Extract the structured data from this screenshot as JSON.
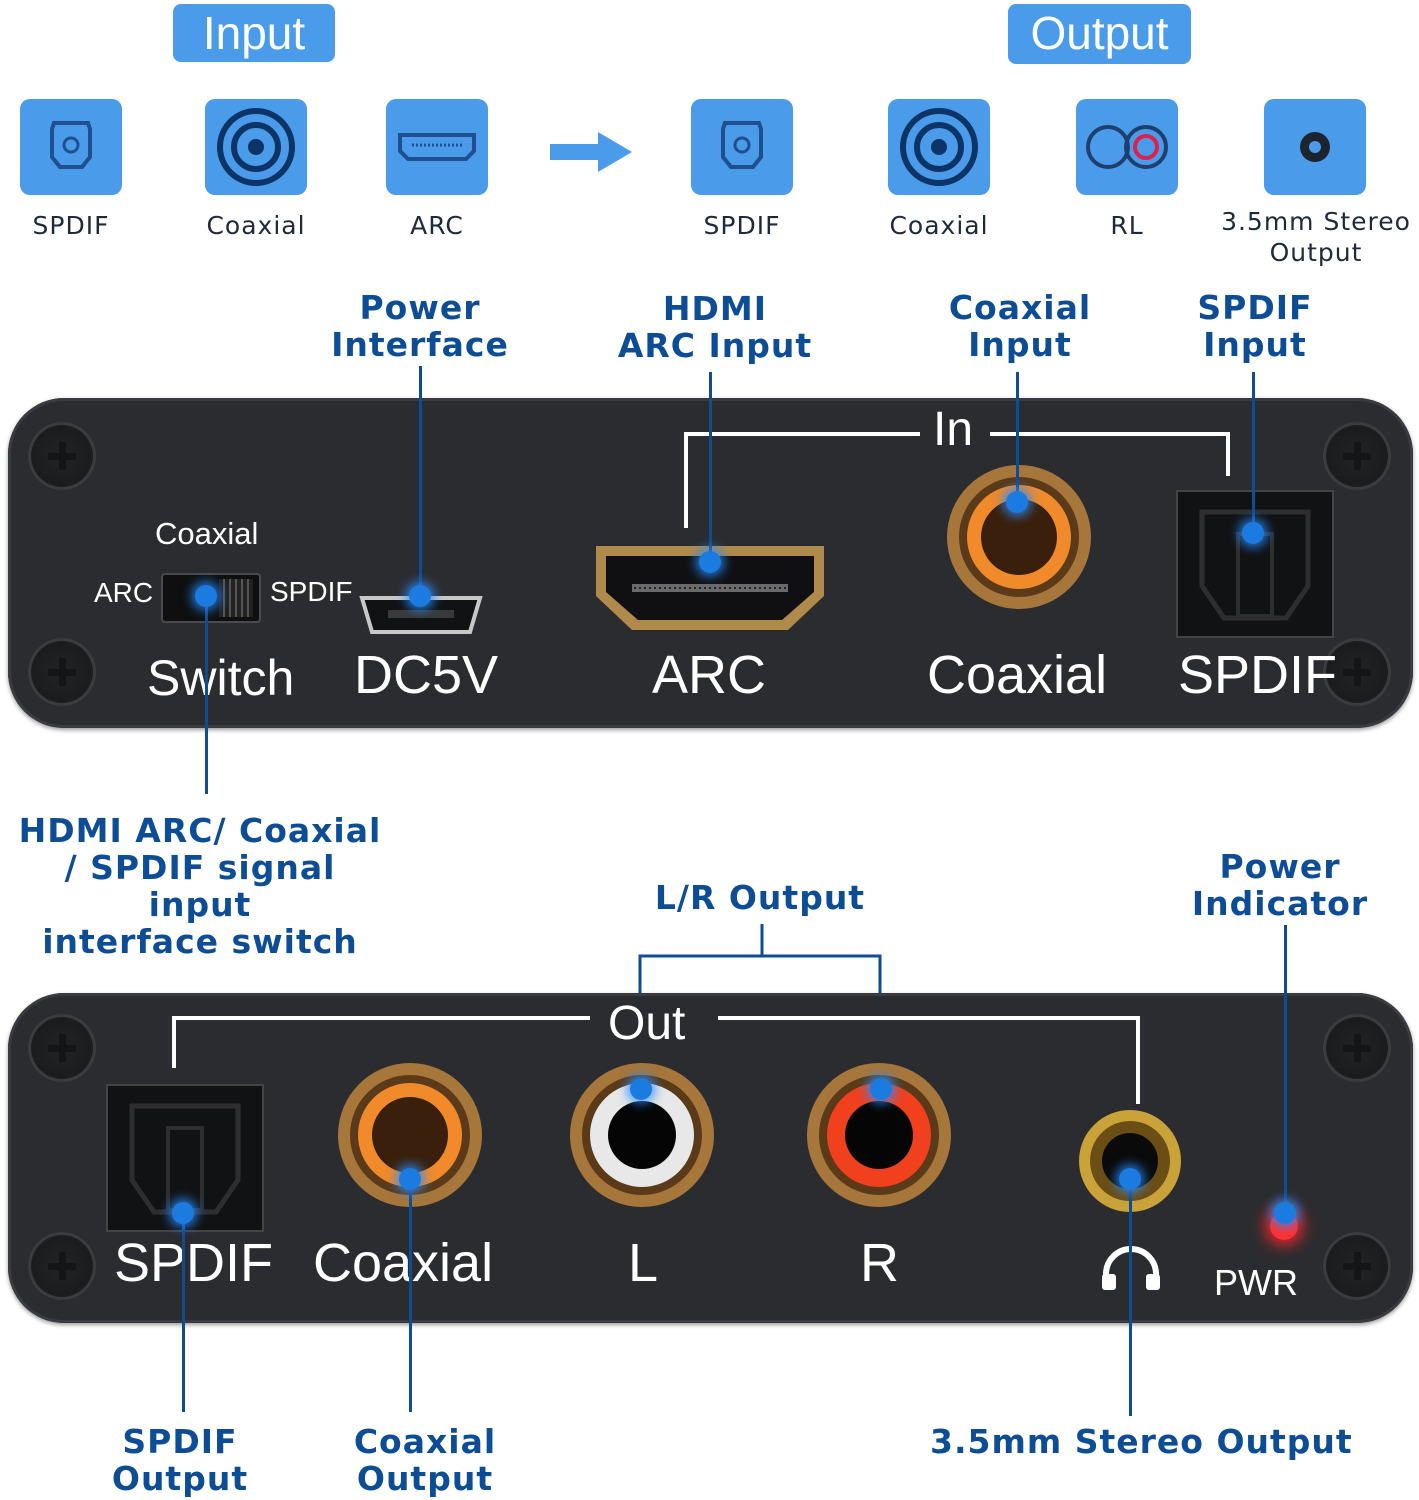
{
  "top": {
    "input_badge": "Input",
    "output_badge": "Output",
    "input_items": [
      {
        "label": "SPDIF",
        "icon": "spdif-icon"
      },
      {
        "label": "Coaxial",
        "icon": "coaxial-icon"
      },
      {
        "label": "ARC",
        "icon": "hdmi-icon"
      }
    ],
    "output_items": [
      {
        "label": "SPDIF",
        "icon": "spdif-icon"
      },
      {
        "label": "Coaxial",
        "icon": "coaxial-icon"
      },
      {
        "label": "RL",
        "icon": "rca-icon"
      },
      {
        "label": "3.5mm Stereo\nOutput",
        "icon": "headphone-jack-icon"
      }
    ]
  },
  "callouts_in": {
    "power_interface": "Power\nInterface",
    "hdmi_arc_input": "HDMI\nARC Input",
    "coaxial_input": "Coaxial\nInput",
    "spdif_input": "SPDIF\nInput",
    "switch_desc": "HDMI ARC/ Coaxial\n/ SPDIF signal input\ninterface switch"
  },
  "panel_in": {
    "in_label": "In",
    "switch_top": "Coaxial",
    "switch_left": "ARC",
    "switch_right": "SPDIF",
    "switch_label": "Switch",
    "dc_label": "DC5V",
    "arc_label": "ARC",
    "coaxial_label": "Coaxial",
    "spdif_label": "SPDIF"
  },
  "callouts_out": {
    "lr_output": "L/R Output",
    "power_indicator": "Power\nIndicator",
    "spdif_output": "SPDIF\nOutput",
    "coaxial_output": "Coaxial\nOutput",
    "stereo_output": "3.5mm Stereo Output"
  },
  "panel_out": {
    "out_label": "Out",
    "spdif_label": "SPDIF",
    "coaxial_label": "Coaxial",
    "l_label": "L",
    "r_label": "R",
    "pwr_label": "PWR"
  },
  "colors": {
    "accent_blue": "#4a9bea",
    "callout_blue": "#0d4d96",
    "panel": "#2b2c2f",
    "led_red": "#ff2a2a"
  }
}
